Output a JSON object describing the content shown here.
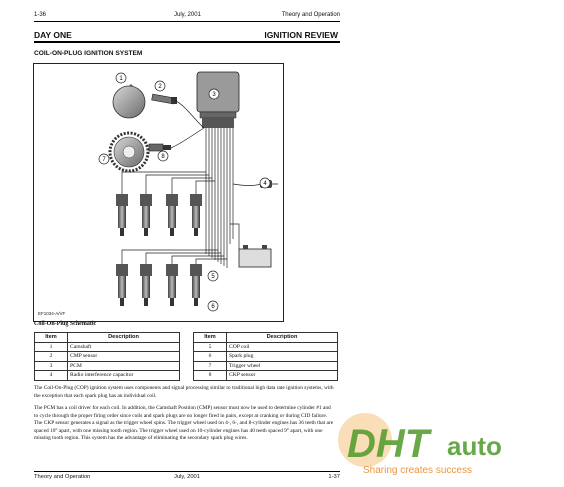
{
  "header": {
    "page_number": "1-36",
    "date": "July, 2001",
    "section": "Theory and Operation"
  },
  "banner": {
    "left": "DAY ONE",
    "right": "IGNITION REVIEW"
  },
  "section_title": "COIL-ON-PLUG IGNITION SYSTEM",
  "diagram": {
    "callouts": [
      "1",
      "2",
      "3",
      "4",
      "5",
      "6",
      "7",
      "8"
    ],
    "figure_id": "EF1034-A/VF"
  },
  "caption": "Coil-On-Plug Schematic",
  "legend_left": {
    "headers": [
      "Item",
      "Description"
    ],
    "rows": [
      [
        "1",
        "Camshaft"
      ],
      [
        "2",
        "CMP sensor"
      ],
      [
        "3",
        "PCM"
      ],
      [
        "4",
        "Radio interference capacitor"
      ]
    ]
  },
  "legend_right": {
    "headers": [
      "Item",
      "Description"
    ],
    "rows": [
      [
        "5",
        "COP coil"
      ],
      [
        "6",
        "Spark plug"
      ],
      [
        "7",
        "Trigger wheel"
      ],
      [
        "8",
        "CKP sensor"
      ]
    ]
  },
  "paragraphs": [
    "The Coil-On-Plug (COP) ignition system uses components and signal processing similar to traditional high data rate ignition systems, with the exception that each spark plug has an individual coil.",
    "The PCM has a coil driver for each coil. In addition, the Camshaft Position (CMP) sensor must now be used to determine cylinder #1 and to cycle through the proper firing order since coils and spark plugs are no longer fired in pairs, except at cranking or during CID failure. The CKP sensor generates a signal as the trigger wheel spins. The trigger wheel used on 4-, 6-, and 8-cylinder engines has 36 teeth that are spaced 10° apart, with one missing tooth region. The trigger wheel used on 10-cylinder engines has 40 teeth spaced 9° apart, with one missing tooth region. This system has the advantage of eliminating the secondary spark plug wires."
  ],
  "footer": {
    "left": "Theory and Operation",
    "center": "July, 2001",
    "right": "1-37"
  },
  "watermark": {
    "brand_main": "DHT",
    "brand_suffix": "auto",
    "tagline": "Sharing creates success"
  },
  "colors": {
    "watermark_green": "#4e9a2a",
    "watermark_orange": "#f0a030",
    "watermark_tagline": "#e88a2a"
  }
}
